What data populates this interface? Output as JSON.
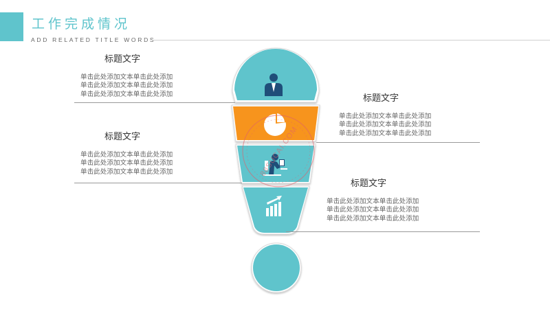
{
  "header": {
    "title": "工作完成情况",
    "subtitle": "ADD RELATED TITLE WORDS"
  },
  "blocks": [
    {
      "title": "标题文字",
      "lines": [
        "单击此处添加文本单击此处添加",
        "单击此处添加文本单击此处添加",
        "单击此处添加文本单击此处添加"
      ]
    },
    {
      "title": "标题文字",
      "lines": [
        "单击此处添加文本单击此处添加",
        "单击此处添加文本单击此处添加",
        "单击此处添加文本单击此处添加"
      ]
    },
    {
      "title": "标题文字",
      "lines": [
        "单击此处添加文本单击此处添加",
        "单击此处添加文本单击此处添加",
        "单击此处添加文本单击此处添加"
      ]
    },
    {
      "title": "标题文字",
      "lines": [
        "单击此处添加文本单击此处添加",
        "单击此处添加文本单击此处添加",
        "单击此处添加文本单击此处添加"
      ]
    }
  ],
  "watermark": "88SUCAI.COM",
  "colors": {
    "teal": "#5fc4cc",
    "orange": "#f7941d",
    "navy": "#1f4e79",
    "text": "#666666"
  },
  "icons": [
    "businessman-icon",
    "pie-chart-icon",
    "person-at-computer-icon",
    "growth-chart-icon"
  ]
}
